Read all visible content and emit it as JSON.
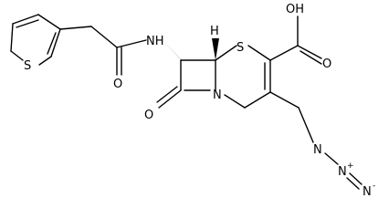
{
  "molecule": {
    "atoms": {
      "thiophene_s": "S",
      "ring_s": "S",
      "amide_nh": "NH",
      "amide_o": "O",
      "lactam_n": "N",
      "lactam_o": "O",
      "acid_oh": "OH",
      "acid_o": "O",
      "azide_n1": "N",
      "azide_n2": "N",
      "azide_n2_charge": "+",
      "azide_n3": "N",
      "azide_n3_charge": "-",
      "stereo_h": "H"
    }
  }
}
